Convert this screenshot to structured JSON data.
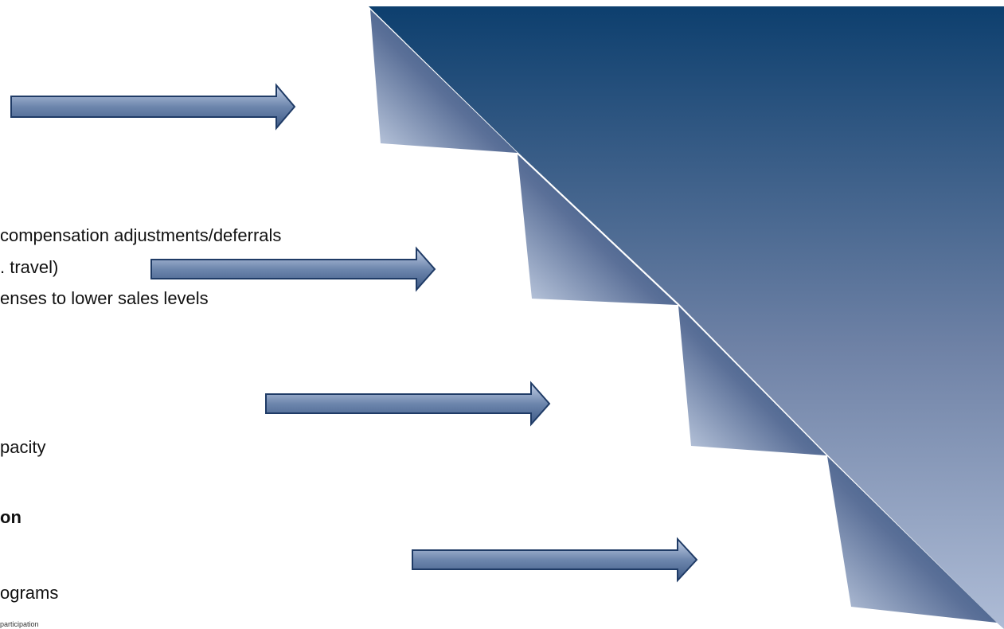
{
  "colors": {
    "staircase_dark": "#0d3f6e",
    "staircase_light": "#a8b8d2",
    "arrow_fill_dark": "#3e5a86",
    "arrow_fill_light": "#c4d0e6",
    "arrow_stroke": "#1f3b66"
  },
  "text_lines": [
    "compensation adjustments/deferrals",
    ". travel)",
    "enses to lower sales levels",
    "pacity",
    "on",
    "ograms",
    "participation"
  ],
  "arrows": [
    {
      "name": "arrow-1"
    },
    {
      "name": "arrow-2"
    },
    {
      "name": "arrow-3"
    },
    {
      "name": "arrow-4"
    }
  ]
}
